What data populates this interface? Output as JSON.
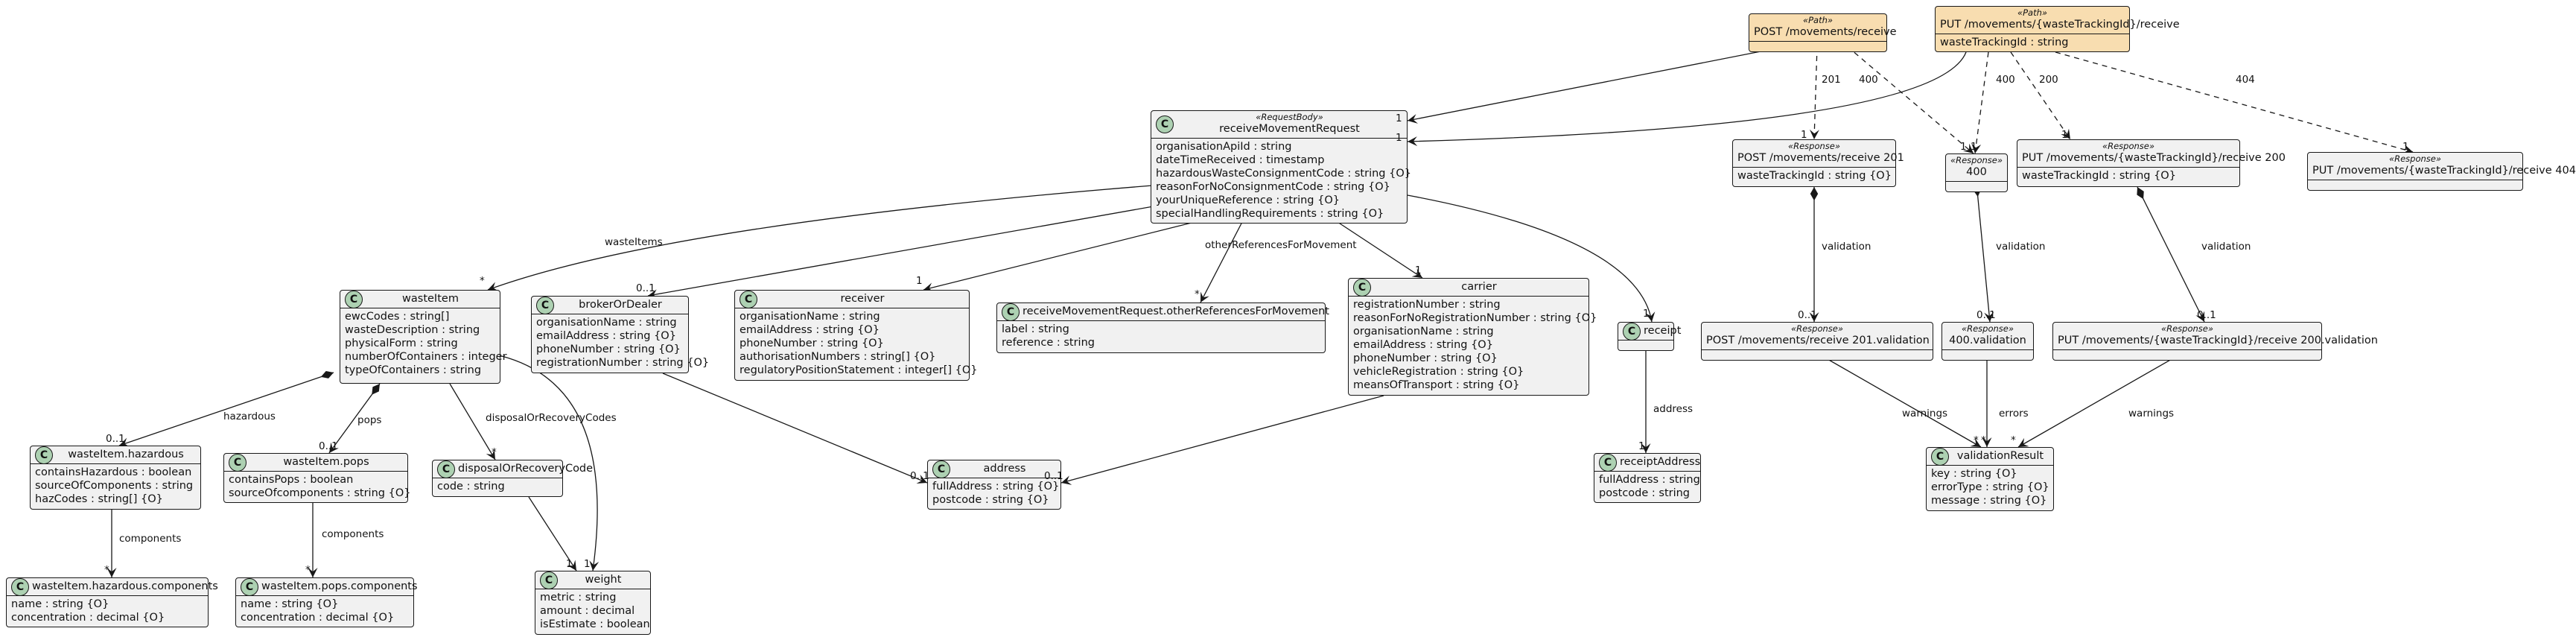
{
  "classes": [
    {
      "id": "post_receive",
      "kind": "path",
      "stereotype": "«Path»",
      "name": "POST /movements/receive",
      "attrs": []
    },
    {
      "id": "put_receive",
      "kind": "path",
      "stereotype": "«Path»",
      "name": "PUT /movements/{wasteTrackingId}/receive",
      "attrs": [
        "wasteTrackingId : string"
      ]
    },
    {
      "id": "rmr",
      "kind": "class",
      "stereotype": "«RequestBody»",
      "name": "receiveMovementRequest",
      "attrs": [
        "organisationApiId : string",
        "dateTimeReceived : timestamp",
        "hazardousWasteConsignmentCode : string {O}",
        "reasonForNoConsignmentCode : string {O}",
        "yourUniqueReference : string {O}",
        "specialHandlingRequirements : string {O}"
      ]
    },
    {
      "id": "post201",
      "kind": "response",
      "stereotype": "«Response»",
      "name": "POST /movements/receive 201",
      "attrs": [
        "wasteTrackingId : string {O}"
      ]
    },
    {
      "id": "r400",
      "kind": "response",
      "stereotype": "«Response»",
      "name": "400",
      "attrs": []
    },
    {
      "id": "put200",
      "kind": "response",
      "stereotype": "«Response»",
      "name": "PUT /movements/{wasteTrackingId}/receive 200",
      "attrs": [
        "wasteTrackingId : string {O}"
      ]
    },
    {
      "id": "put404",
      "kind": "response",
      "stereotype": "«Response»",
      "name": "PUT /movements/{wasteTrackingId}/receive 404",
      "attrs": []
    },
    {
      "id": "wasteItem",
      "kind": "class",
      "stereotype": "",
      "name": "wasteItem",
      "attrs": [
        "ewcCodes : string[]",
        "wasteDescription : string",
        "physicalForm : string",
        "numberOfContainers : integer",
        "typeOfContainers : string"
      ]
    },
    {
      "id": "broker",
      "kind": "class",
      "stereotype": "",
      "name": "brokerOrDealer",
      "attrs": [
        "organisationName : string",
        "emailAddress : string {O}",
        "phoneNumber : string {O}",
        "registrationNumber : string {O}"
      ]
    },
    {
      "id": "receiver",
      "kind": "class",
      "stereotype": "",
      "name": "receiver",
      "attrs": [
        "organisationName : string",
        "emailAddress : string {O}",
        "phoneNumber : string {O}",
        "authorisationNumbers : string[] {O}",
        "regulatoryPositionStatement : integer[] {O}"
      ]
    },
    {
      "id": "otherRefs",
      "kind": "class",
      "stereotype": "",
      "name": "receiveMovementRequest.otherReferencesForMovement",
      "attrs": [
        "label : string",
        "reference : string"
      ]
    },
    {
      "id": "carrier",
      "kind": "class",
      "stereotype": "",
      "name": "carrier",
      "attrs": [
        "registrationNumber : string",
        "reasonForNoRegistrationNumber : string {O}",
        "organisationName : string",
        "emailAddress : string {O}",
        "phoneNumber : string {O}",
        "vehicleRegistration : string {O}",
        "meansOfTransport : string {O}"
      ]
    },
    {
      "id": "receipt",
      "kind": "class",
      "stereotype": "",
      "name": "receipt",
      "attrs": []
    },
    {
      "id": "post201val",
      "kind": "response",
      "stereotype": "«Response»",
      "name": "POST /movements/receive 201.validation",
      "attrs": []
    },
    {
      "id": "val400",
      "kind": "response",
      "stereotype": "«Response»",
      "name": "400.validation",
      "attrs": []
    },
    {
      "id": "put200val",
      "kind": "response",
      "stereotype": "«Response»",
      "name": "PUT /movements/{wasteTrackingId}/receive 200.validation",
      "attrs": []
    },
    {
      "id": "hazardous",
      "kind": "class",
      "stereotype": "",
      "name": "wasteItem.hazardous",
      "attrs": [
        "containsHazardous : boolean",
        "sourceOfComponents : string",
        "hazCodes : string[] {O}"
      ]
    },
    {
      "id": "pops",
      "kind": "class",
      "stereotype": "",
      "name": "wasteItem.pops",
      "attrs": [
        "containsPops : boolean",
        "sourceOfcomponents : string {O}"
      ]
    },
    {
      "id": "disposal",
      "kind": "class",
      "stereotype": "",
      "name": "disposalOrRecoveryCode",
      "attrs": [
        "code : string"
      ]
    },
    {
      "id": "address",
      "kind": "class",
      "stereotype": "",
      "name": "address",
      "attrs": [
        "fullAddress : string {O}",
        "postcode : string {O}"
      ]
    },
    {
      "id": "receiptAddress",
      "kind": "class",
      "stereotype": "",
      "name": "receiptAddress",
      "attrs": [
        "fullAddress : string",
        "postcode : string"
      ]
    },
    {
      "id": "validationResult",
      "kind": "class",
      "stereotype": "",
      "name": "validationResult",
      "attrs": [
        "key : string {O}",
        "errorType : string {O}",
        "message : string {O}"
      ]
    },
    {
      "id": "hazComp",
      "kind": "class",
      "stereotype": "",
      "name": "wasteItem.hazardous.components",
      "attrs": [
        "name : string {O}",
        "concentration : decimal {O}"
      ]
    },
    {
      "id": "popsComp",
      "kind": "class",
      "stereotype": "",
      "name": "wasteItem.pops.components",
      "attrs": [
        "name : string {O}",
        "concentration : decimal {O}"
      ]
    },
    {
      "id": "weight",
      "kind": "class",
      "stereotype": "",
      "name": "weight",
      "attrs": [
        "metric : string",
        "amount : decimal",
        "isEstimate : boolean"
      ]
    }
  ],
  "edges": [
    {
      "from": "post_receive",
      "to": "rmr",
      "style": "solid",
      "label": "",
      "mult_to": "1"
    },
    {
      "from": "put_receive",
      "to": "rmr",
      "style": "solid",
      "label": "",
      "mult_to": "1"
    },
    {
      "from": "post_receive",
      "to": "post201",
      "style": "dashed",
      "label": "201",
      "mult_to": "1"
    },
    {
      "from": "post_receive",
      "to": "r400",
      "style": "dashed",
      "label": "400",
      "mult_to": "1"
    },
    {
      "from": "put_receive",
      "to": "r400",
      "style": "dashed",
      "label": "400",
      "mult_to": "1"
    },
    {
      "from": "put_receive",
      "to": "put200",
      "style": "dashed",
      "label": "200",
      "mult_to": "1"
    },
    {
      "from": "put_receive",
      "to": "put404",
      "style": "dashed",
      "label": "404",
      "mult_to": "1"
    },
    {
      "from": "rmr",
      "to": "wasteItem",
      "style": "solid",
      "label": "wasteItems",
      "mult_to": "*"
    },
    {
      "from": "rmr",
      "to": "broker",
      "style": "solid",
      "label": "",
      "mult_to": "0..1"
    },
    {
      "from": "rmr",
      "to": "receiver",
      "style": "solid",
      "label": "",
      "mult_to": "1"
    },
    {
      "from": "rmr",
      "to": "otherRefs",
      "style": "solid",
      "label": "otherReferencesForMovement",
      "mult_to": "*"
    },
    {
      "from": "rmr",
      "to": "carrier",
      "style": "solid",
      "label": "",
      "mult_to": "1"
    },
    {
      "from": "rmr",
      "to": "receipt",
      "style": "solid",
      "label": "",
      "mult_to": "1"
    },
    {
      "from": "post201",
      "to": "post201val",
      "style": "composition",
      "label": "validation",
      "mult_to": "0..1"
    },
    {
      "from": "r400",
      "to": "val400",
      "style": "composition",
      "label": "validation",
      "mult_to": "0..1"
    },
    {
      "from": "put200",
      "to": "put200val",
      "style": "composition",
      "label": "validation",
      "mult_to": "0..1"
    },
    {
      "from": "wasteItem",
      "to": "hazardous",
      "style": "composition",
      "label": "hazardous",
      "mult_to": "0..1"
    },
    {
      "from": "wasteItem",
      "to": "pops",
      "style": "composition",
      "label": "pops",
      "mult_to": "0..1"
    },
    {
      "from": "wasteItem",
      "to": "disposal",
      "style": "solid",
      "label": "disposalOrRecoveryCodes",
      "mult_to": "*"
    },
    {
      "from": "wasteItem",
      "to": "weight",
      "style": "solid",
      "label": "",
      "mult_to": "1"
    },
    {
      "from": "broker",
      "to": "address",
      "style": "solid",
      "label": "",
      "mult_to": "0..1"
    },
    {
      "from": "carrier",
      "to": "address",
      "style": "solid",
      "label": "",
      "mult_to": "0..1"
    },
    {
      "from": "receipt",
      "to": "receiptAddress",
      "style": "solid",
      "label": "address",
      "mult_to": "1"
    },
    {
      "from": "post201val",
      "to": "validationResult",
      "style": "solid",
      "label": "warnings",
      "mult_to": "*"
    },
    {
      "from": "val400",
      "to": "validationResult",
      "style": "solid",
      "label": "errors",
      "mult_to": "*"
    },
    {
      "from": "put200val",
      "to": "validationResult",
      "style": "solid",
      "label": "warnings",
      "mult_to": "*"
    },
    {
      "from": "hazardous",
      "to": "hazComp",
      "style": "solid",
      "label": "components",
      "mult_to": "*"
    },
    {
      "from": "pops",
      "to": "popsComp",
      "style": "solid",
      "label": "components",
      "mult_to": "*"
    },
    {
      "from": "disposal",
      "to": "weight",
      "style": "solid",
      "label": "",
      "mult_to": "1"
    }
  ]
}
